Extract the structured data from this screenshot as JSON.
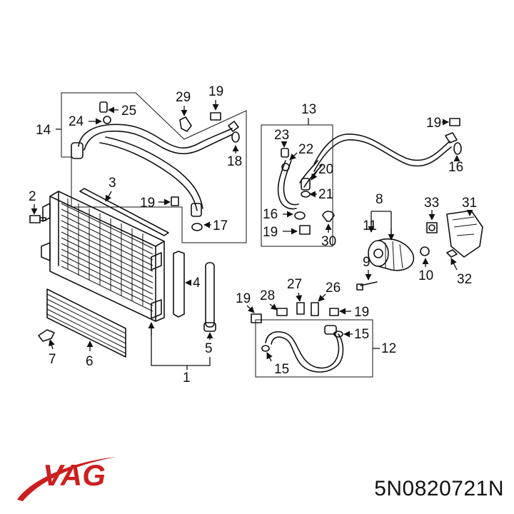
{
  "brand": {
    "logo_text": "VAG",
    "logo_color": "#cc1f1f"
  },
  "part_number": "5N0820721N",
  "callouts": {
    "c1": "1",
    "c2": "2",
    "c3": "3",
    "c4": "4",
    "c5": "5",
    "c6": "6",
    "c7": "7",
    "c8": "8",
    "c9": "9",
    "c10": "10",
    "c11": "11",
    "c12": "12",
    "c13": "13",
    "c14": "14",
    "c15a": "15",
    "c15b": "15",
    "c16a": "16",
    "c16b": "16",
    "c17": "17",
    "c18": "18",
    "c19a": "19",
    "c19b": "19",
    "c19c": "19",
    "c19d": "19",
    "c19e": "19",
    "c19f": "19",
    "c20": "20",
    "c21": "21",
    "c22": "22",
    "c23": "23",
    "c24": "24",
    "c25": "25",
    "c26": "26",
    "c27": "27",
    "c28": "28",
    "c29": "29",
    "c30": "30",
    "c31": "31",
    "c32": "32",
    "c33": "33"
  }
}
